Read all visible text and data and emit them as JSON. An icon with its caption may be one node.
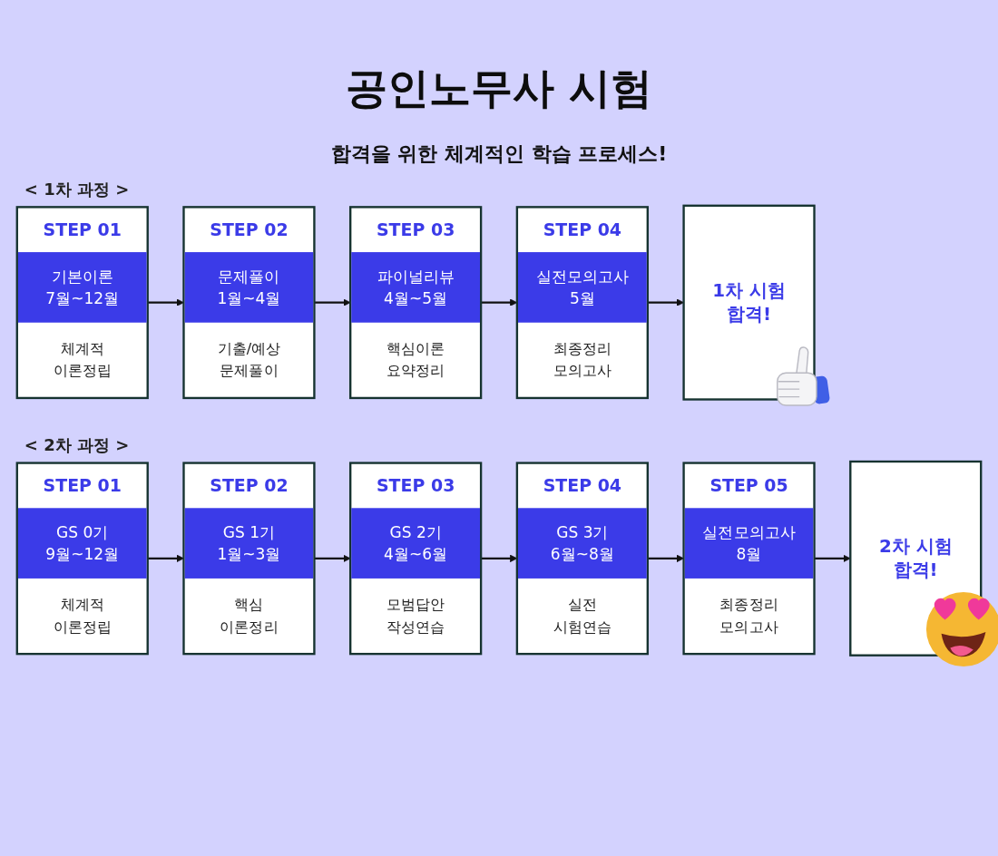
{
  "diagram": {
    "title": "공인노무사 시험",
    "nodes": [
      {
        "text": [
          "STEP 01",
          "기본이론 7월~12월",
          "체계적 이론정립"
        ]
      },
      {
        "text": [
          "STEP 02",
          "문제풀이 1월~4월",
          "기출/예상 문제풀이"
        ]
      },
      {
        "text": [
          "STEP 03",
          "파이널리뷰 4월~5월",
          "핵심이론 요약정리"
        ]
      },
      {
        "text": [
          "STEP 04",
          "실전모의고사 5월",
          "최종정리 모의고사"
        ]
      },
      {
        "text": [
          "1차 시험 합격!"
        ]
      },
      {
        "text": [
          "STEP 01",
          "GS 0기 9월~12월",
          "체계적 이론정립"
        ]
      },
      {
        "text": [
          "STEP 02",
          "GS 1기 1월~3월",
          "핵심 이론정리"
        ]
      },
      {
        "text": [
          "STEP 03",
          "GS 2기 4월~6월",
          "모범답안 작성연습"
        ]
      },
      {
        "text": [
          "STEP 04",
          "GS 3기 6월~8월",
          "실전 시험연습"
        ]
      },
      {
        "text": [
          "STEP 05",
          "실전모의고사 8월",
          "최종정리 모의고사"
        ]
      },
      {
        "text": [
          "2차 시험 합격!"
        ]
      }
    ],
    "edges": [
      {
        "from": 0,
        "to": 1,
        "arrow": "to"
      },
      {
        "from": 1,
        "to": 2,
        "arrow": "to"
      },
      {
        "from": 2,
        "to": 3,
        "arrow": "to"
      },
      {
        "from": 3,
        "to": 4,
        "arrow": "to"
      },
      {
        "from": 5,
        "to": 6,
        "arrow": "to"
      },
      {
        "from": 6,
        "to": 7,
        "arrow": "to"
      },
      {
        "from": 7,
        "to": 8,
        "arrow": "to"
      },
      {
        "from": 8,
        "to": 9,
        "arrow": "to"
      },
      {
        "from": 9,
        "to": 10,
        "arrow": "to"
      }
    ],
    "labels": [
      "합격을 위한 체계적인 학습 프로세스!",
      "< 1차 과정 >",
      "< 2차 과정 >"
    ]
  }
}
